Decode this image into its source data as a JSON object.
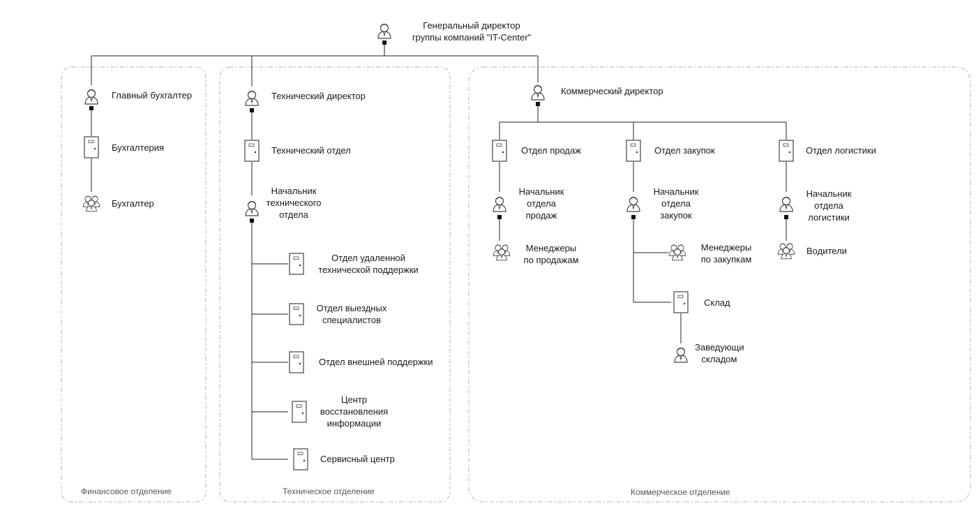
{
  "top": {
    "ceo_line1": "Генеральный директор",
    "ceo_line2": "группы компаний \"IT-Center\""
  },
  "finance": {
    "group_label": "Финансовое отделение",
    "chief_accountant": "Главный бухгалтер",
    "accounting": "Бухгалтерия",
    "accountant": "Бухгалтер"
  },
  "technical": {
    "group_label": "Техническое отделение",
    "director": "Технический директор",
    "department": "Технический отдел",
    "head": [
      "Начальник",
      "технического",
      "отдела"
    ],
    "remote_support": [
      "Отдел удаленной",
      "технической поддержки"
    ],
    "field_specialists": [
      "Отдел выездных",
      "специалистов"
    ],
    "external_support": "Отдел внешней поддержки",
    "recovery_center": [
      "Центр",
      "восстановления",
      "информации"
    ],
    "service_center": "Сервисный центр"
  },
  "commercial": {
    "group_label": "Коммерческое отделение",
    "director": "Коммерческий директор",
    "sales": "Отдел продаж",
    "purchasing": "Отдел закупок",
    "logistics": "Отдел логистики",
    "sales_head": [
      "Начальник",
      "отдела",
      "продаж"
    ],
    "purchasing_head": [
      "Начальник",
      "отдела",
      "закупок"
    ],
    "logistics_head": [
      "Начальник",
      "отдела",
      "логистики"
    ],
    "sales_managers": [
      "Менеджеры",
      "по продажам"
    ],
    "purchasing_managers": [
      "Менеджеры",
      "по закупкам"
    ],
    "drivers": "Водители",
    "warehouse": "Склад",
    "warehouse_head": [
      "Заведующи",
      "складом"
    ]
  }
}
